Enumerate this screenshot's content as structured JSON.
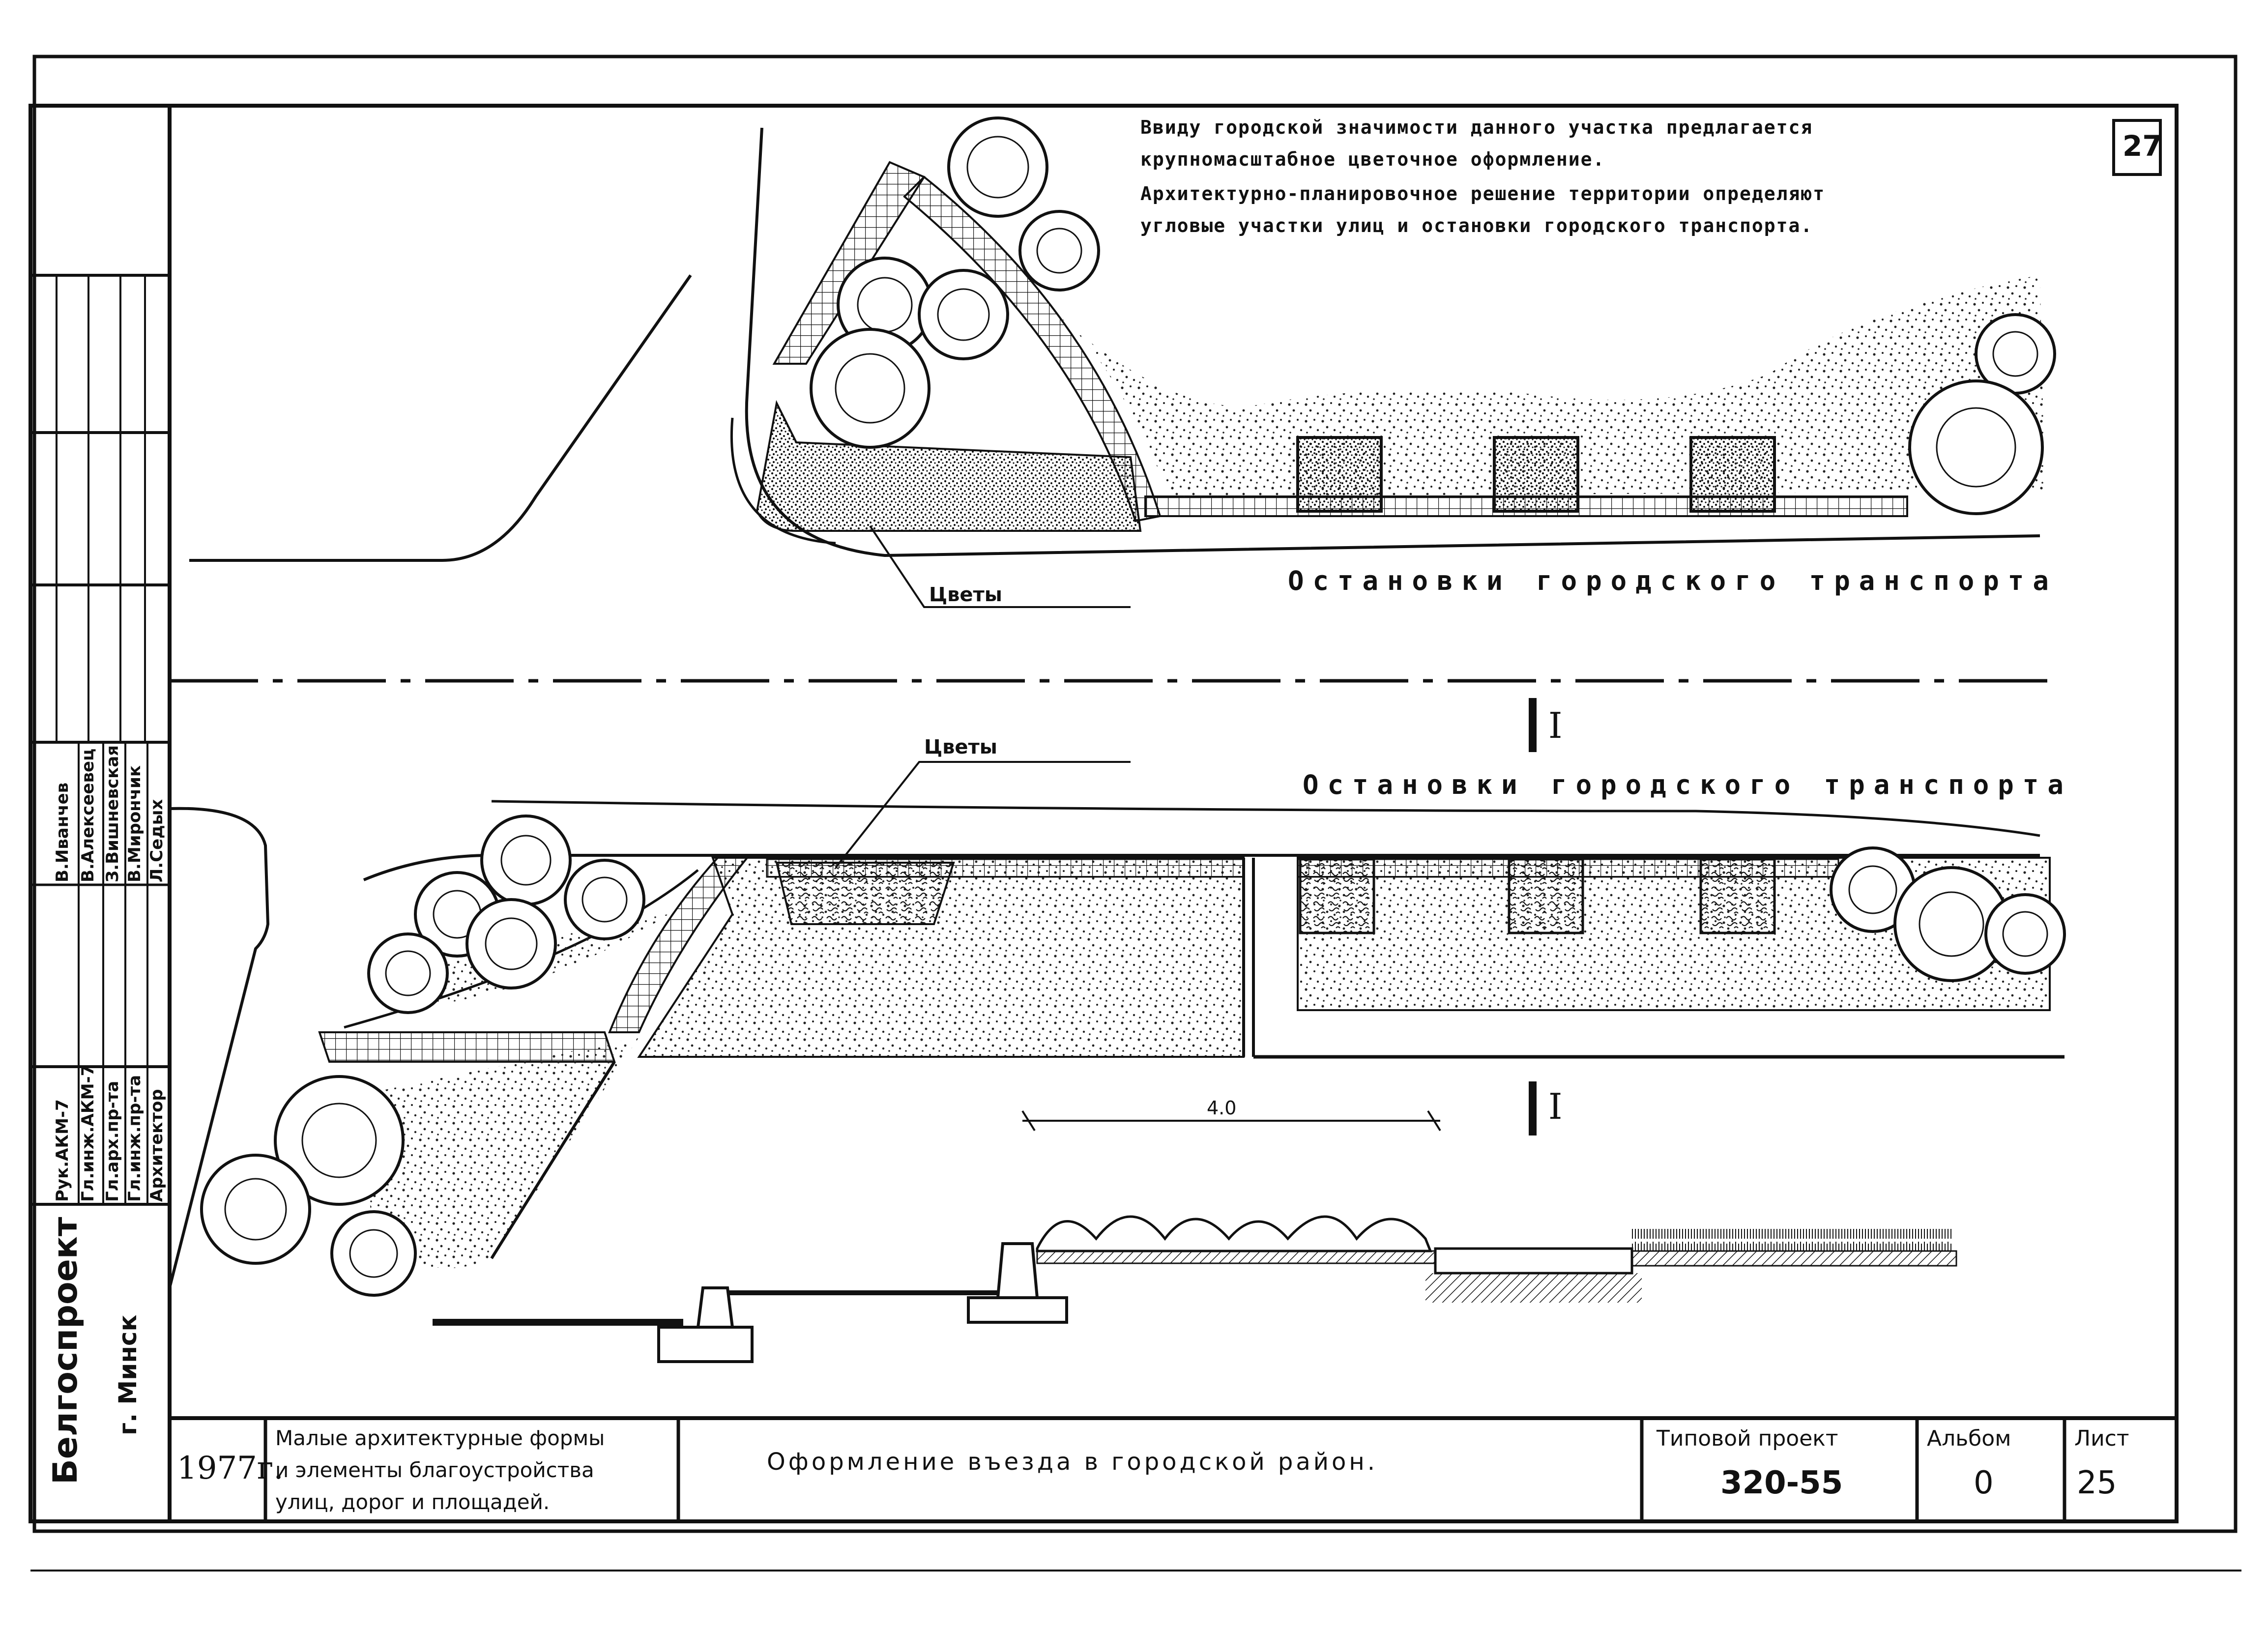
{
  "sheet_badge": "27",
  "notes": {
    "line1": "Ввиду городской значимости данного участка предлагается",
    "line2": "крупномасштабное цветочное оформление.",
    "line3": "Архитектурно-планировочное решение территории определяют",
    "line4": "угловые участки улиц и остановки городского транспорта."
  },
  "plan": {
    "flowers_label_top": "Цветы",
    "flowers_label_bottom": "Цветы",
    "stops_label_top": "Остановки городского транспорта",
    "stops_label_bottom": "Остановки городского транспорта",
    "section_mark_top": "I",
    "section_mark_bottom": "I",
    "dimension": "4.0"
  },
  "sidebar": {
    "org": "Белгоспроект",
    "city": "г. Минск",
    "roles": [
      "Рук.АКМ-7",
      "Гл.инж.АКМ-7",
      "Гл.арх.пр-та",
      "Гл.инж.пр-та",
      "Архитектор"
    ],
    "names": [
      "В.Иванчев",
      "В.Алексеевец",
      "З.Вишневская",
      "В.Мирончик",
      "Л.Седых"
    ]
  },
  "title_block": {
    "year": "1977г.",
    "series_line1": "Малые архитектурные формы",
    "series_line2": "и элементы благоустройства",
    "series_line3": "улиц, дорог и площадей.",
    "title": "Оформление въезда в городской район.",
    "project_label": "Типовой проект",
    "project_value": "320-55",
    "album_label": "Альбом",
    "album_value": "0",
    "sheet_label": "Лист",
    "sheet_value": "25"
  }
}
